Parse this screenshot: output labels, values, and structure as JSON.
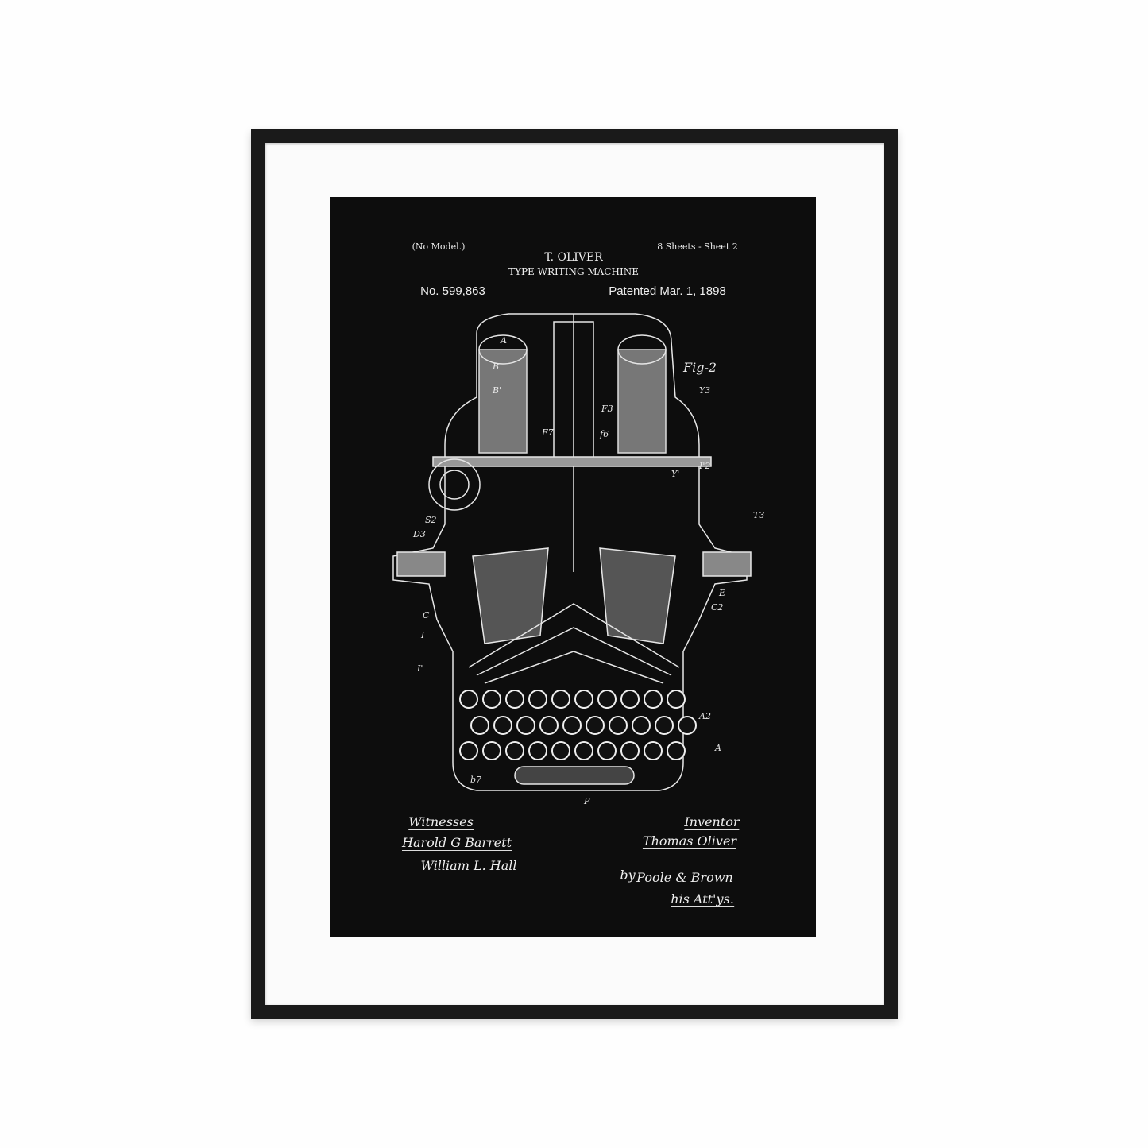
{
  "patent": {
    "model_note": "(No Model.)",
    "sheets": "8 Sheets - Sheet 2",
    "inventor_name": "T. OLIVER",
    "title": "TYPE WRITING MACHINE",
    "number": "No. 599,863",
    "date": "Patented Mar. 1, 1898",
    "figure_label": "Fig-2"
  },
  "drawing_labels": [
    "A'",
    "B",
    "B'",
    "F3",
    "F7",
    "f6",
    "Y3",
    "Y'",
    "I'2",
    "S2",
    "D3",
    "T3",
    "C",
    "C2",
    "I",
    "I'",
    "E",
    "A2",
    "A",
    "P",
    "b7"
  ],
  "signatures": {
    "witnesses_heading": "Witnesses",
    "witness_1": "Harold G Barrett",
    "witness_2": "William L. Hall",
    "inventor_heading": "Inventor",
    "inventor": "Thomas Oliver",
    "by": "by",
    "attorneys": "Poole & Brown",
    "attys_note": "his Att'ys."
  },
  "colors": {
    "frame": "#1a1a1a",
    "mat": "#fbfbfb",
    "print": "#0d0d0d",
    "ink": "#eeeeee"
  }
}
